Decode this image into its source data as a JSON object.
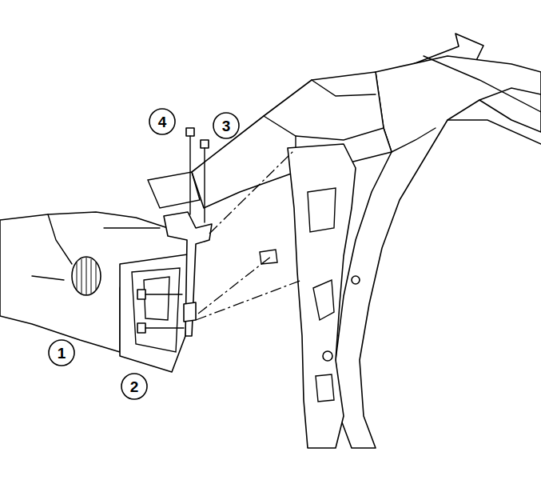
{
  "diagram": {
    "nodes": [
      {
        "text": [
          "4"
        ]
      },
      {
        "text": [
          "3"
        ]
      },
      {
        "text": [
          "1"
        ]
      },
      {
        "text": [
          "2"
        ]
      }
    ]
  }
}
